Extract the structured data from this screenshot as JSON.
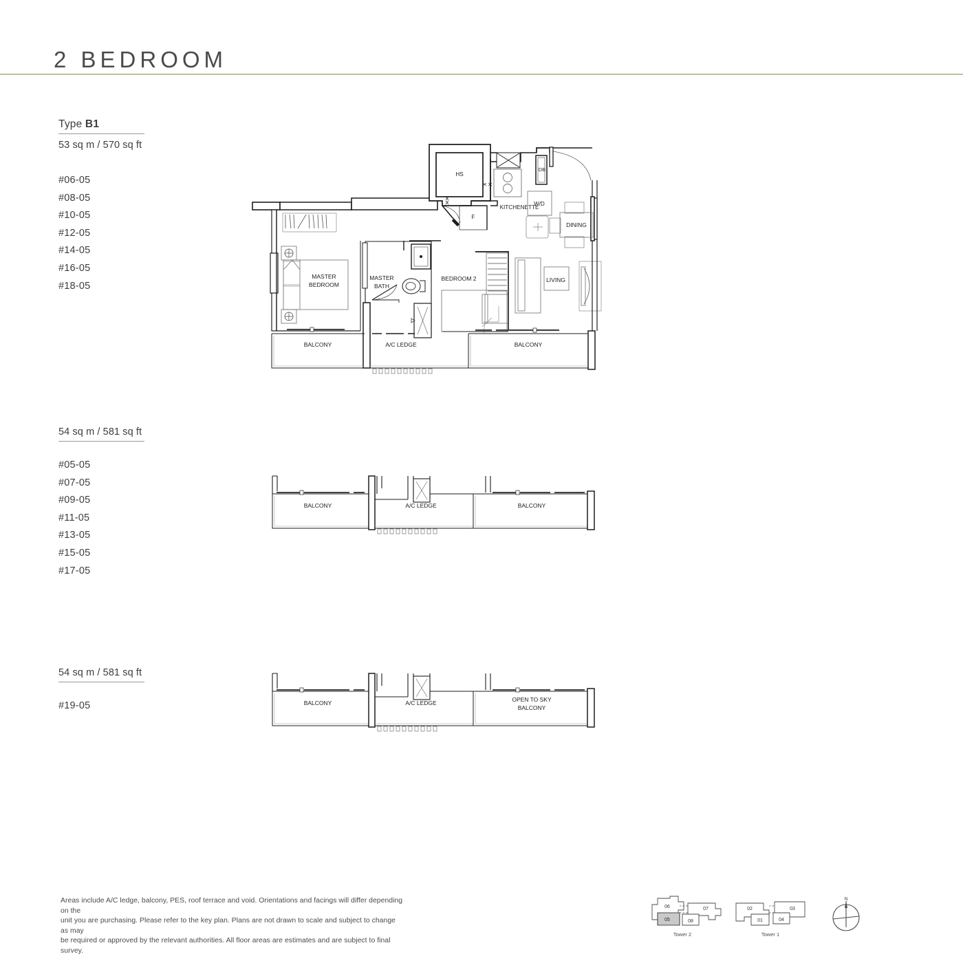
{
  "header": {
    "title": "2 BEDROOM",
    "rule_color": "#b9c396"
  },
  "blocks": [
    {
      "type_prefix": "Type ",
      "type_code": "B1",
      "area": "53 sq m / 570 sq ft",
      "units": [
        "#06-05",
        "#08-05",
        "#10-05",
        "#12-05",
        "#14-05",
        "#16-05",
        "#18-05"
      ]
    },
    {
      "area": "54 sq m / 581 sq ft",
      "units": [
        "#05-05",
        "#07-05",
        "#09-05",
        "#11-05",
        "#13-05",
        "#15-05",
        "#17-05"
      ]
    },
    {
      "area": "54 sq m / 581 sq ft",
      "units": [
        "#19-05"
      ]
    }
  ],
  "plan_main": {
    "rooms": {
      "master_bedroom": "MASTER\nBEDROOM",
      "master_bedroom_l1": "MASTER",
      "master_bedroom_l2": "BEDROOM",
      "master_bath_l1": "MASTER",
      "master_bath_l2": "BATH",
      "bedroom2": "BEDROOM 2",
      "living": "LIVING",
      "dining": "DINING",
      "kitchenette": "KITCHENETTE",
      "household_shelter": "HS",
      "fridge": "F",
      "washer_dryer": "W/D",
      "distribution_board": "DB",
      "balcony_left": "BALCONY",
      "balcony_right": "BALCONY",
      "ac_ledge": "A/C LEDGE"
    }
  },
  "plan_mid": {
    "rooms": {
      "balcony_left": "BALCONY",
      "ac_ledge": "A/C LEDGE",
      "balcony_right": "BALCONY"
    }
  },
  "plan_bottom": {
    "rooms": {
      "balcony_left": "BALCONY",
      "ac_ledge": "A/C LEDGE",
      "open_to_sky_l1": "OPEN TO SKY",
      "open_to_sky_l2": "BALCONY"
    }
  },
  "footer": {
    "disclaimer_l1": "Areas include A/C ledge, balcony, PES, roof terrace and void. Orientations and facings will differ depending on the",
    "disclaimer_l2": "unit you are purchasing. Please refer to the key plan. Plans are not drawn to scale and subject to change as may",
    "disclaimer_l3": "be required or approved by the relevant authorities. All floor areas are estimates and are subject to final survey."
  },
  "keyplan": {
    "tower2_label": "Tower 2",
    "tower1_label": "Tower 1",
    "tower2_units": [
      "06",
      "05",
      "07",
      "08"
    ],
    "tower1_units": [
      "02",
      "01",
      "03",
      "04"
    ],
    "highlighted_unit": "05",
    "highlight_color": "#c9c9c9"
  },
  "compass": {
    "north_label": "N"
  }
}
